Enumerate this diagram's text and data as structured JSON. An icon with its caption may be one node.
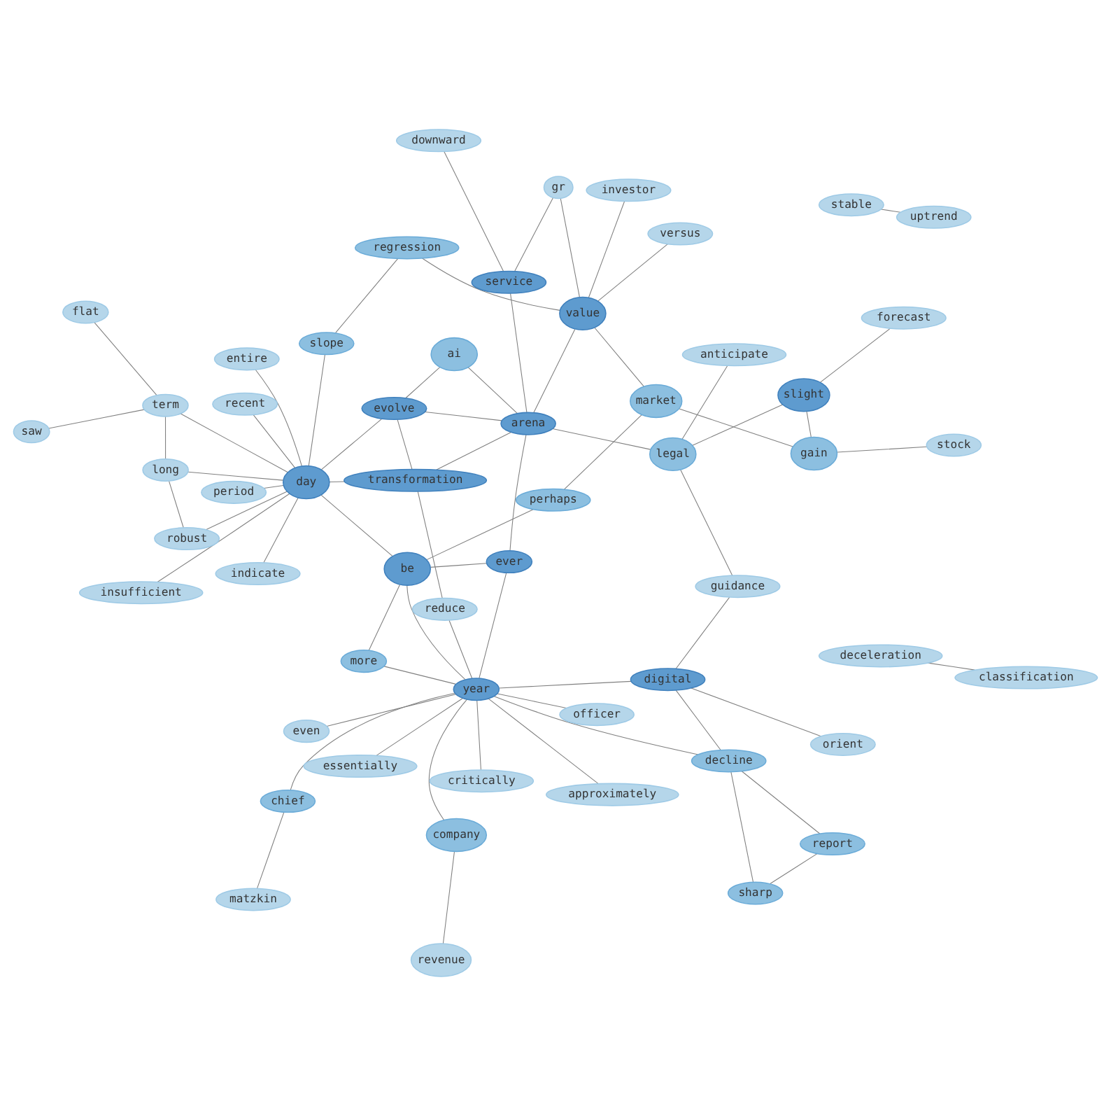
{
  "diagram": {
    "nodes": [
      {
        "text": [
          "perhaps"
        ]
      },
      {
        "text": [
          "approximately"
        ]
      },
      {
        "text": [
          "stable"
        ]
      },
      {
        "text": [
          "essentially"
        ]
      },
      {
        "text": [
          "uptrend"
        ]
      },
      {
        "text": [
          "more"
        ]
      },
      {
        "text": [
          "recent"
        ]
      },
      {
        "text": [
          "forecast"
        ]
      },
      {
        "text": [
          "downward"
        ]
      },
      {
        "text": [
          "critically"
        ]
      },
      {
        "text": [
          "indicate"
        ]
      },
      {
        "text": [
          "arena"
        ]
      },
      {
        "text": [
          "be"
        ]
      },
      {
        "text": [
          "reduce"
        ]
      },
      {
        "text": [
          "sharp"
        ]
      },
      {
        "text": [
          "officer"
        ]
      },
      {
        "text": [
          "ever"
        ]
      },
      {
        "text": [
          "market"
        ]
      },
      {
        "text": [
          "year"
        ]
      },
      {
        "text": [
          "regression"
        ]
      },
      {
        "text": [
          "chief"
        ]
      },
      {
        "text": [
          "robust"
        ]
      },
      {
        "text": [
          "digital"
        ]
      },
      {
        "text": [
          "day"
        ]
      },
      {
        "text": [
          "slight"
        ]
      },
      {
        "text": [
          "period"
        ]
      },
      {
        "text": [
          "term"
        ]
      },
      {
        "text": [
          "versus"
        ]
      },
      {
        "text": [
          "entire"
        ]
      },
      {
        "text": [
          "saw"
        ]
      },
      {
        "text": [
          "long"
        ]
      },
      {
        "text": [
          "service"
        ]
      },
      {
        "text": [
          "report"
        ]
      },
      {
        "text": [
          "ai"
        ]
      },
      {
        "text": [
          "guidance"
        ]
      },
      {
        "text": [
          "value"
        ]
      },
      {
        "text": [
          "investor"
        ]
      },
      {
        "text": [
          "matzkin"
        ]
      },
      {
        "text": [
          "transformation"
        ]
      },
      {
        "text": [
          "deceleration"
        ]
      },
      {
        "text": [
          "evolve"
        ]
      },
      {
        "text": [
          "decline"
        ]
      },
      {
        "text": [
          "insufficient"
        ]
      },
      {
        "text": [
          "anticipate"
        ]
      },
      {
        "text": [
          "even"
        ]
      },
      {
        "text": [
          "slope"
        ]
      },
      {
        "text": [
          "gain"
        ]
      },
      {
        "text": [
          "stock"
        ]
      },
      {
        "text": [
          "company"
        ]
      },
      {
        "text": [
          "orient"
        ]
      },
      {
        "text": [
          "legal"
        ]
      },
      {
        "text": [
          "flat"
        ]
      },
      {
        "text": [
          "revenue"
        ]
      },
      {
        "text": [
          "classification"
        ]
      },
      {
        "text": [
          "gr"
        ]
      }
    ],
    "edges": [
      {
        "from": 4,
        "to": 2,
        "arrow": "none"
      },
      {
        "from": 1,
        "to": 18,
        "arrow": "none"
      },
      {
        "from": 12,
        "to": 5,
        "arrow": "none"
      },
      {
        "from": 12,
        "to": 0,
        "arrow": "none"
      },
      {
        "from": 5,
        "to": 18,
        "arrow": "none"
      },
      {
        "from": 6,
        "to": 23,
        "arrow": "none"
      },
      {
        "from": 7,
        "to": 24,
        "arrow": "none"
      },
      {
        "from": 10,
        "to": 23,
        "arrow": "none"
      },
      {
        "from": 12,
        "to": 23,
        "arrow": "none"
      },
      {
        "from": 12,
        "to": 16,
        "arrow": "none"
      },
      {
        "from": 12,
        "to": 18,
        "arrow": "none"
      },
      {
        "from": 14,
        "to": 32,
        "arrow": "none"
      },
      {
        "from": 14,
        "to": 41,
        "arrow": "none"
      },
      {
        "from": 32,
        "to": 41,
        "arrow": "none"
      },
      {
        "from": 36,
        "to": 35,
        "arrow": "none"
      },
      {
        "from": 25,
        "to": 23,
        "arrow": "none"
      },
      {
        "from": 28,
        "to": 23,
        "arrow": "none"
      },
      {
        "from": 37,
        "to": 20,
        "arrow": "none"
      },
      {
        "from": 42,
        "to": 23,
        "arrow": "none"
      },
      {
        "from": 45,
        "to": 23,
        "arrow": "none"
      },
      {
        "from": 45,
        "to": 19,
        "arrow": "none"
      },
      {
        "from": 11,
        "to": 16,
        "arrow": "none"
      },
      {
        "from": 18,
        "to": 3,
        "arrow": "none"
      },
      {
        "from": 18,
        "to": 9,
        "arrow": "none"
      },
      {
        "from": 18,
        "to": 13,
        "arrow": "none"
      },
      {
        "from": 18,
        "to": 15,
        "arrow": "none"
      },
      {
        "from": 16,
        "to": 18,
        "arrow": "none"
      },
      {
        "from": 20,
        "to": 18,
        "arrow": "none"
      },
      {
        "from": 0,
        "to": 17,
        "arrow": "none"
      },
      {
        "from": 17,
        "to": 46,
        "arrow": "none"
      },
      {
        "from": 21,
        "to": 30,
        "arrow": "none"
      },
      {
        "from": 8,
        "to": 31,
        "arrow": "none"
      },
      {
        "from": 13,
        "to": 38,
        "arrow": "none"
      },
      {
        "from": 35,
        "to": 17,
        "arrow": "none"
      },
      {
        "from": 11,
        "to": 38,
        "arrow": "none"
      },
      {
        "from": 11,
        "to": 31,
        "arrow": "none"
      },
      {
        "from": 11,
        "to": 35,
        "arrow": "none"
      },
      {
        "from": 11,
        "to": 40,
        "arrow": "none"
      },
      {
        "from": 11,
        "to": 50,
        "arrow": "none"
      },
      {
        "from": 11,
        "to": 33,
        "arrow": "none"
      },
      {
        "from": 23,
        "to": 26,
        "arrow": "none"
      },
      {
        "from": 23,
        "to": 30,
        "arrow": "none"
      },
      {
        "from": 26,
        "to": 30,
        "arrow": "none"
      },
      {
        "from": 26,
        "to": 29,
        "arrow": "none"
      },
      {
        "from": 23,
        "to": 21,
        "arrow": "none"
      },
      {
        "from": 18,
        "to": 22,
        "arrow": "none"
      },
      {
        "from": 18,
        "to": 44,
        "arrow": "none"
      },
      {
        "from": 18,
        "to": 41,
        "arrow": "none"
      },
      {
        "from": 18,
        "to": 48,
        "arrow": "none"
      },
      {
        "from": 41,
        "to": 22,
        "arrow": "none"
      },
      {
        "from": 49,
        "to": 22,
        "arrow": "none"
      },
      {
        "from": 38,
        "to": 40,
        "arrow": "none"
      },
      {
        "from": 34,
        "to": 50,
        "arrow": "none"
      },
      {
        "from": 35,
        "to": 54,
        "arrow": "none"
      },
      {
        "from": 31,
        "to": 54,
        "arrow": "none"
      },
      {
        "from": 26,
        "to": 51,
        "arrow": "none"
      },
      {
        "from": 47,
        "to": 46,
        "arrow": "none"
      },
      {
        "from": 48,
        "to": 52,
        "arrow": "none"
      },
      {
        "from": 53,
        "to": 39,
        "arrow": "none"
      },
      {
        "from": 40,
        "to": 33,
        "arrow": "none"
      },
      {
        "from": 27,
        "to": 35,
        "arrow": "none"
      },
      {
        "from": 43,
        "to": 50,
        "arrow": "none"
      },
      {
        "from": 24,
        "to": 46,
        "arrow": "none"
      },
      {
        "from": 24,
        "to": 50,
        "arrow": "none"
      },
      {
        "from": 23,
        "to": 40,
        "arrow": "none"
      },
      {
        "from": 19,
        "to": 35,
        "arrow": "none"
      },
      {
        "from": 23,
        "to": 38,
        "arrow": "none"
      },
      {
        "from": 34,
        "to": 22,
        "arrow": "none"
      }
    ]
  }
}
